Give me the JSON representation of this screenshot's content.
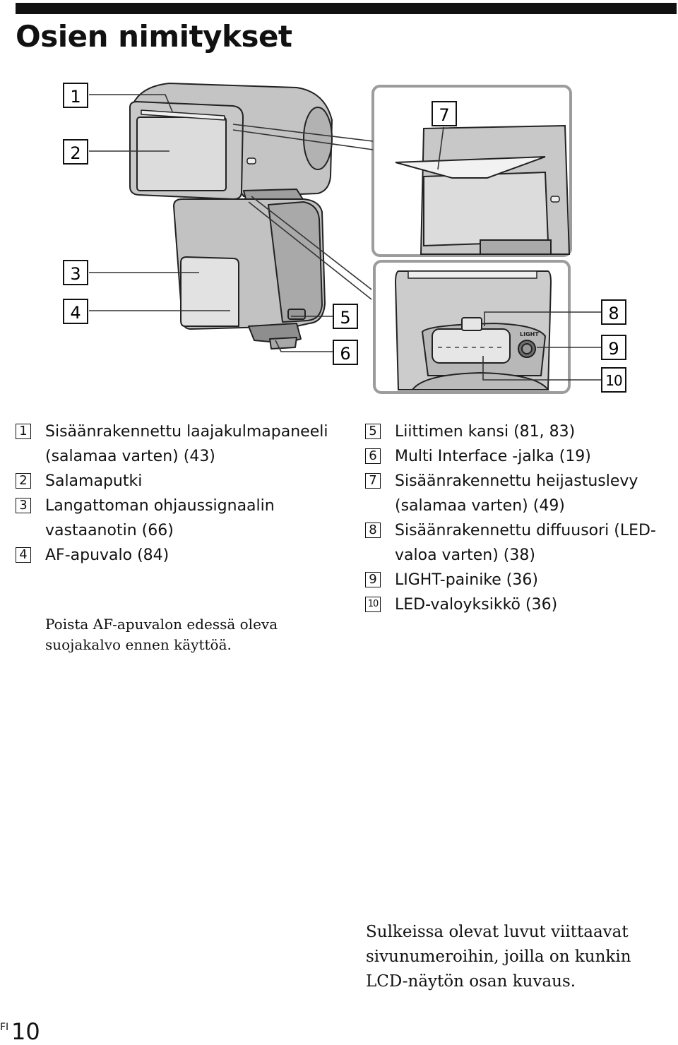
{
  "title": "Osien nimitykset",
  "diagram": {
    "callouts": [
      "1",
      "2",
      "3",
      "4",
      "5",
      "6",
      "7",
      "8",
      "9",
      "10"
    ],
    "button_label": "LIGHT"
  },
  "parts_left": [
    {
      "num": "1",
      "label": "Sisäänrakennettu laajakulmapaneeli (salamaa varten) (43)"
    },
    {
      "num": "2",
      "label": "Salamaputki"
    },
    {
      "num": "3",
      "label": "Langattoman ohjaussignaalin vastaanotin (66)"
    },
    {
      "num": "4",
      "label": "AF-apuvalo (84)"
    }
  ],
  "note": "Poista AF-apuvalon edessä oleva suojakalvo ennen käyttöä.",
  "parts_right": [
    {
      "num": "5",
      "label": "Liittimen kansi (81, 83)"
    },
    {
      "num": "6",
      "label": "Multi Interface -jalka (19)"
    },
    {
      "num": "7",
      "label": "Sisäänrakennettu heijastuslevy (salamaa varten) (49)"
    },
    {
      "num": "8",
      "label": "Sisäänrakennettu diffuusori (LED-valoa varten) (38)"
    },
    {
      "num": "9",
      "label": "LIGHT-painike (36)"
    },
    {
      "num": "10",
      "label": "LED-valoyksikkö (36)"
    }
  ],
  "footnote": "Sulkeissa olevat luvut viittaavat sivunumeroihin, joilla on kunkin LCD-näytön osan kuvaus.",
  "page": {
    "lang": "FI",
    "number": "10"
  }
}
